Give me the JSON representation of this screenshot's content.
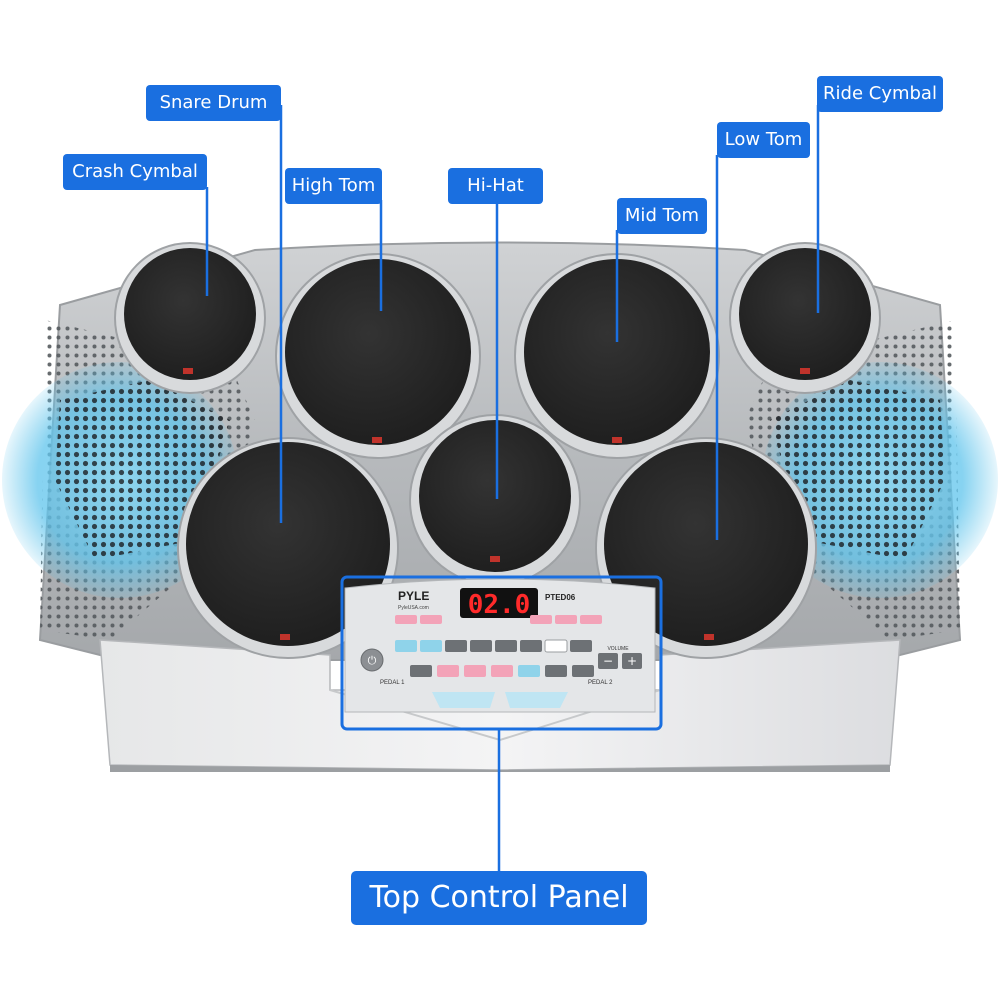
{
  "labels": {
    "crash_cymbal": "Crash Cymbal",
    "snare_drum": "Snare Drum",
    "high_tom": "High Tom",
    "hi_hat": "Hi-Hat",
    "mid_tom": "Mid Tom",
    "low_tom": "Low Tom",
    "ride_cymbal": "Ride Cymbal",
    "top_control_panel": "Top Control Panel"
  },
  "device": {
    "brand": "PYLE",
    "website": "PyleUSA.com",
    "model": "PTED06",
    "display_value": "02.0",
    "pedal_1": "PEDAL 1",
    "pedal_2": "PEDAL 2",
    "volume": "VOLUME"
  },
  "colors": {
    "callout_blue": "#1a6fe0",
    "pad_black": "#262626",
    "body_silver": "#b9bcbf",
    "speaker_glow": "#5fc4ec",
    "lcd_red": "#ff2a2a",
    "pink_button": "#f3a3b8",
    "cyan_button": "#8fd3ea"
  }
}
